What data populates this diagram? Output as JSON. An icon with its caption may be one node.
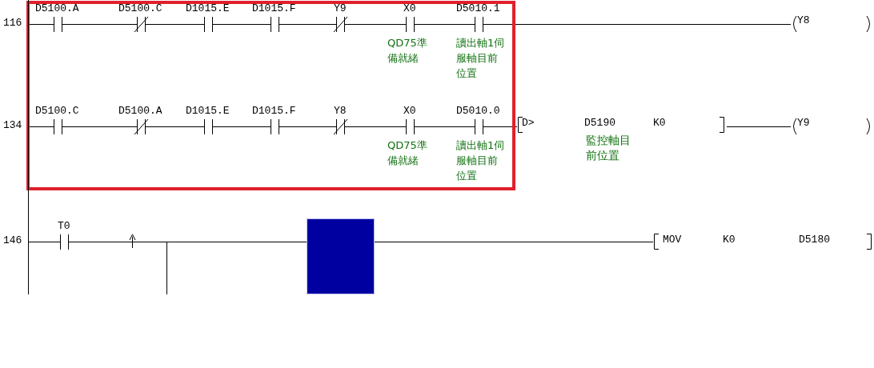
{
  "diagram": {
    "nodes": [
      {
        "text": [],
        "shape": "box"
      },
      {
        "text": [
          "D5100.A"
        ],
        "in": 0
      },
      {
        "text": [
          "D5100.C"
        ],
        "in": 0
      },
      {
        "text": [
          "D1015.E"
        ],
        "in": 0
      },
      {
        "text": [
          "D1015.F"
        ],
        "in": 0
      },
      {
        "text": [
          "Y9"
        ],
        "in": 0
      },
      {
        "text": [
          "X0",
          "QD75準備就緒"
        ],
        "in": 0
      },
      {
        "text": [
          "D5010.1",
          "讀出軸1伺服軸目前位置"
        ],
        "in": 0
      },
      {
        "text": [
          "Y8"
        ]
      },
      {
        "text": [
          "D5100.C"
        ],
        "in": 0
      },
      {
        "text": [
          "D5100.A"
        ],
        "in": 0
      },
      {
        "text": [
          "D1015.E"
        ],
        "in": 0
      },
      {
        "text": [
          "D1015.F"
        ],
        "in": 0
      },
      {
        "text": [
          "Y8"
        ],
        "in": 0
      },
      {
        "text": [
          "X0",
          "QD75準備就緒"
        ],
        "in": 0
      },
      {
        "text": [
          "D5010.0",
          "讀出軸1伺服軸目前位置"
        ],
        "in": 0
      },
      {
        "text": [
          "D>",
          "D5190",
          "K0",
          "監控軸目前位置"
        ]
      },
      {
        "text": [
          "Y9"
        ]
      },
      {
        "text": [
          "T0"
        ]
      },
      {
        "text": [],
        "shape": "box"
      },
      {
        "text": [
          "MOV",
          "K0",
          "D5180"
        ]
      },
      {
        "text": [],
        "shape": "bar"
      }
    ],
    "edges": [
      {
        "from": 21,
        "to": 1,
        "arrow": "none"
      },
      {
        "from": 21,
        "to": 9,
        "arrow": "none"
      },
      {
        "from": 21,
        "to": 18,
        "arrow": "none"
      },
      {
        "from": 1,
        "to": 2,
        "arrow": "none"
      },
      {
        "from": 2,
        "to": 3,
        "arrow": "none"
      },
      {
        "from": 3,
        "to": 4,
        "arrow": "none"
      },
      {
        "from": 4,
        "to": 5,
        "arrow": "none"
      },
      {
        "from": 5,
        "to": 6,
        "arrow": "none"
      },
      {
        "from": 6,
        "to": 7,
        "arrow": "none"
      },
      {
        "from": 7,
        "to": 8,
        "arrow": "none"
      },
      {
        "from": 9,
        "to": 10,
        "arrow": "none"
      },
      {
        "from": 10,
        "to": 11,
        "arrow": "none"
      },
      {
        "from": 11,
        "to": 12,
        "arrow": "none"
      },
      {
        "from": 12,
        "to": 13,
        "arrow": "none"
      },
      {
        "from": 13,
        "to": 14,
        "arrow": "none"
      },
      {
        "from": 14,
        "to": 15,
        "arrow": "none"
      },
      {
        "from": 15,
        "to": 16,
        "arrow": "none"
      },
      {
        "from": 16,
        "to": 17,
        "arrow": "none"
      },
      {
        "from": 18,
        "to": 19,
        "arrow": "none"
      },
      {
        "from": 19,
        "to": 20,
        "arrow": "none"
      }
    ],
    "labels": [
      "116",
      "134",
      "146"
    ]
  }
}
